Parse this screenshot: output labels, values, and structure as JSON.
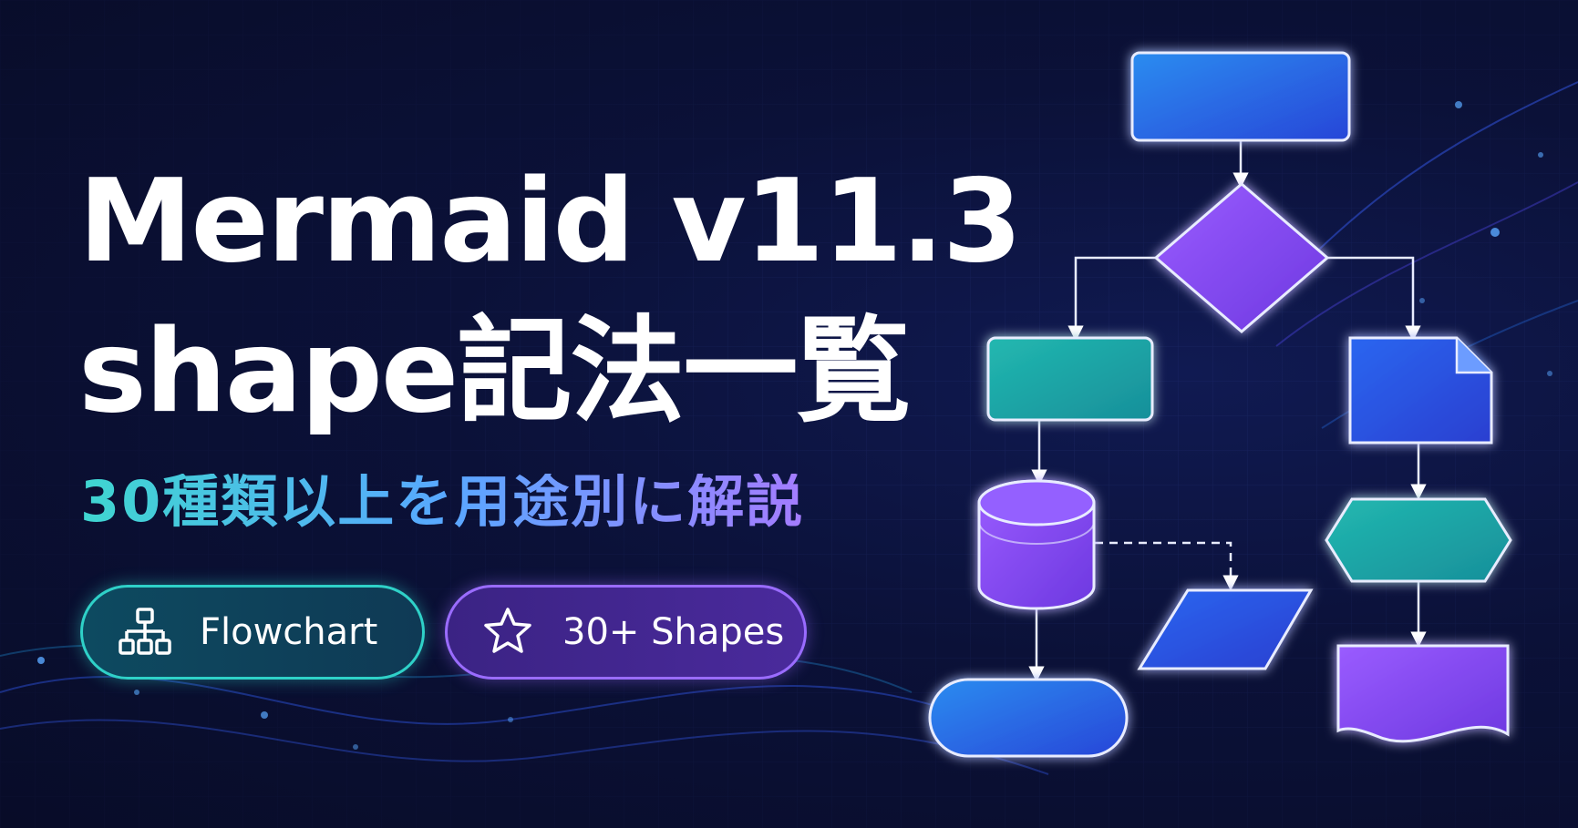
{
  "title": {
    "line1": "Mermaid v11.3",
    "line2": "shape記法一覧"
  },
  "subtitle": "30種類以上を用途別に解説",
  "badges": [
    {
      "label": "Flowchart",
      "icon": "flowchart-icon",
      "border_color": "#2fd1c8"
    },
    {
      "label": "30+ Shapes",
      "icon": "star-icon",
      "border_color": "#9a6cff"
    }
  ],
  "diagram": {
    "shapes": [
      "rectangle",
      "diamond",
      "rectangle",
      "document",
      "cylinder",
      "hexagon",
      "parallelogram",
      "stadium",
      "wavy-document"
    ]
  },
  "colors": {
    "background": "#0a0f2e",
    "blue": "#2a6bff",
    "purple": "#8a4dff",
    "teal": "#1fb3aa"
  }
}
